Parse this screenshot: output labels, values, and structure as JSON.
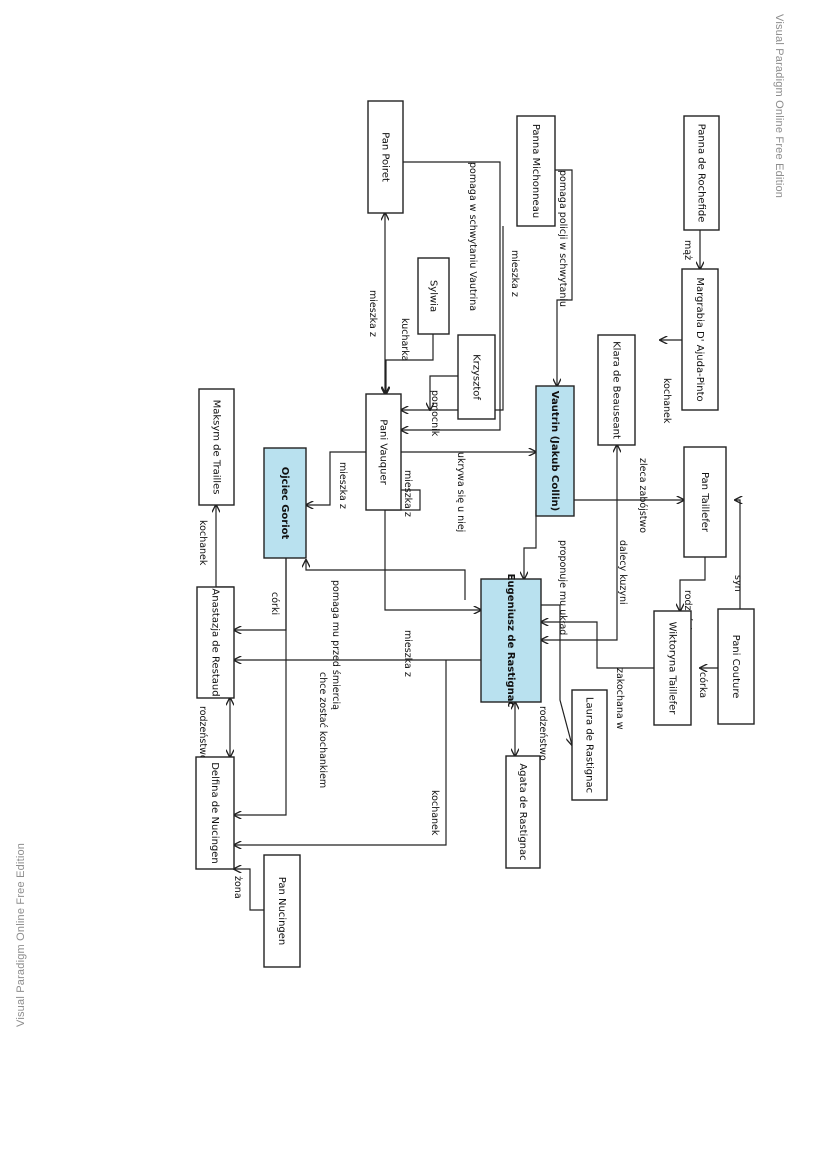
{
  "watermark": "Visual Paradigm Online Free Edition",
  "nodes": [
    {
      "id": "poiret",
      "label": "Pan Poiret",
      "highlight": false
    },
    {
      "id": "michonneau",
      "label": "Panna Michonneau",
      "highlight": false
    },
    {
      "id": "rochefide",
      "label": "Panna de Rochefide",
      "highlight": false
    },
    {
      "id": "ajuda",
      "label": "Margrabia D' Ajuda-Pinto",
      "highlight": false
    },
    {
      "id": "sylwia",
      "label": "Sylwia",
      "highlight": false
    },
    {
      "id": "krzysztof",
      "label": "Krzysztof",
      "highlight": false
    },
    {
      "id": "klara",
      "label": "Klara de Beauseant",
      "highlight": false
    },
    {
      "id": "vaquer",
      "label": "Pani Vauquer",
      "highlight": false
    },
    {
      "id": "vautrin",
      "label": "Vautrin (Jakub Collin)",
      "highlight": true
    },
    {
      "id": "maksym",
      "label": "Maksym de Trailles",
      "highlight": false
    },
    {
      "id": "goriot",
      "label": "Ojciec Goriot",
      "highlight": true
    },
    {
      "id": "taillefer",
      "label": "Pan Taillefer",
      "highlight": false
    },
    {
      "id": "eugeniusz",
      "label": "Eugeniusz de Rastignac",
      "highlight": true
    },
    {
      "id": "couture",
      "label": "Pani Couture",
      "highlight": false
    },
    {
      "id": "wiktoryna",
      "label": "Wiktoryna Taillefer",
      "highlight": false
    },
    {
      "id": "anastazja",
      "label": "Anastazja de Restaud",
      "highlight": false
    },
    {
      "id": "laura",
      "label": "Laura de Rastignac",
      "highlight": false
    },
    {
      "id": "agata",
      "label": "Agata de Rastignac",
      "highlight": false
    },
    {
      "id": "delfina",
      "label": "Delfina de Nucingen",
      "highlight": false
    },
    {
      "id": "nucingen",
      "label": "Pan Nucingen",
      "highlight": false
    }
  ],
  "edges": [
    {
      "id": "e1",
      "label": "mąż"
    },
    {
      "id": "e2",
      "label": "kochanek"
    },
    {
      "id": "e3",
      "label": "pomaga policji w schwytaniu"
    },
    {
      "id": "e4",
      "label": "pomaga w schwytaniu Vautrina"
    },
    {
      "id": "e5",
      "label": "mieszka z"
    },
    {
      "id": "e6",
      "label": "mieszka z"
    },
    {
      "id": "e7",
      "label": "kucharka"
    },
    {
      "id": "e8",
      "label": "pomocnik"
    },
    {
      "id": "e9",
      "label": "ukrywa się u niej"
    },
    {
      "id": "e10",
      "label": "zleca zabójstwo"
    },
    {
      "id": "e11",
      "label": "mieszka z"
    },
    {
      "id": "e12",
      "label": "mieszka z"
    },
    {
      "id": "e13",
      "label": "proponuje mu układ"
    },
    {
      "id": "e14",
      "label": "dalecy kuzyni"
    },
    {
      "id": "e15",
      "label": "syn"
    },
    {
      "id": "e16",
      "label": "rodzeństwo"
    },
    {
      "id": "e17",
      "label": "córka"
    },
    {
      "id": "e18",
      "label": "zakochana w"
    },
    {
      "id": "e19",
      "label": "mieszka z"
    },
    {
      "id": "e20",
      "label": "pomaga mu przed śmiercią"
    },
    {
      "id": "e21",
      "label": "chce zostać kochankiem"
    },
    {
      "id": "e22",
      "label": "córki"
    },
    {
      "id": "e23",
      "label": "kochanek"
    },
    {
      "id": "e24",
      "label": "rodzeństwo"
    },
    {
      "id": "e25",
      "label": "rodzeństwo"
    },
    {
      "id": "e26",
      "label": "kochanek"
    },
    {
      "id": "e27",
      "label": "żona"
    }
  ]
}
